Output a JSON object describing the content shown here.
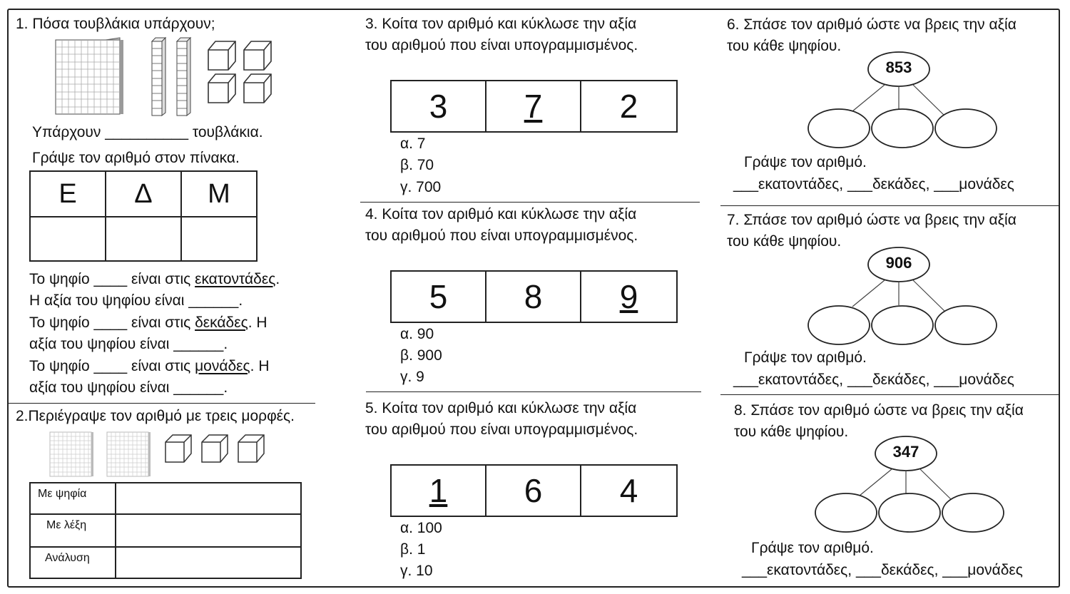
{
  "q1": {
    "title": "1. Πόσα τουβλάκια υπάρχουν;",
    "there_are": "Υπάρχουν __________ τουβλάκια.",
    "write_number": "Γράψε τον αριθμό στον πίνακα.",
    "headers": [
      "Ε",
      "Δ",
      "Μ"
    ],
    "line1a": "Το ψηφίο ____ είναι στις ",
    "line1b": "εκατοντάδες",
    "line1c": ".",
    "line2": "Η αξία του ψηφίου είναι ______.",
    "line3a": "Το ψηφίο ____ είναι στις ",
    "line3b": "δεκάδες",
    "line3c": ". Η",
    "line4": "αξία του ψηφίου είναι ______.",
    "line5a": "Το ψηφίο ____ είναι στις ",
    "line5b": "μονάδες",
    "line5c": ". Η",
    "line6": "αξία του ψηφίου είναι ______."
  },
  "q2": {
    "title": "2.Περιέγραψε τον αριθμό με τρεις μορφές.",
    "rows": [
      "Με ψηφία",
      "Με λέξη",
      "Ανάλυση"
    ]
  },
  "q3": {
    "title1": "3. Κοίτα τον αριθμό και κύκλωσε την αξία",
    "title2": "του αριθμού που είναι υπογραμμισμένος.",
    "digits": [
      "3",
      "7",
      "2"
    ],
    "underlined_index": 1,
    "options": [
      "α. 7",
      "β. 70",
      "γ. 700"
    ]
  },
  "q4": {
    "title1": "4. Κοίτα τον αριθμό και κύκλωσε την αξία",
    "title2": "του αριθμού που είναι υπογραμμισμένος.",
    "digits": [
      "5",
      "8",
      "9"
    ],
    "underlined_index": 2,
    "options": [
      "α. 90",
      "β. 900",
      "γ. 9"
    ]
  },
  "q5": {
    "title1": "5. Κοίτα τον αριθμό και κύκλωσε την αξία",
    "title2": "του αριθμού που είναι υπογραμμισμένος.",
    "digits": [
      "1",
      "6",
      "4"
    ],
    "underlined_index": 0,
    "options": [
      "α. 100",
      "β. 1",
      "γ. 10"
    ]
  },
  "q6": {
    "title1": "6. Σπάσε τον αριθμό ώστε να βρεις την αξία",
    "title2": "του κάθε ψηφίου.",
    "number": "853",
    "write": "Γράψε τον αριθμό.",
    "answer": "___εκατοντάδες, ___δεκάδες, ___μονάδες"
  },
  "q7": {
    "title1": "7. Σπάσε τον αριθμό ώστε να βρεις την αξία",
    "title2": "του κάθε ψηφίου.",
    "number": "906",
    "write": "Γράψε τον αριθμό.",
    "answer": "___εκατοντάδες, ___δεκάδες, ___μονάδες"
  },
  "q8": {
    "title1": "8. Σπάσε τον αριθμό ώστε να βρεις την αξία",
    "title2": "του κάθε ψηφίου.",
    "number": "347",
    "write": "Γράψε τον αριθμό.",
    "answer": "___εκατοντάδες, ___δεκάδες, ___μονάδες"
  }
}
